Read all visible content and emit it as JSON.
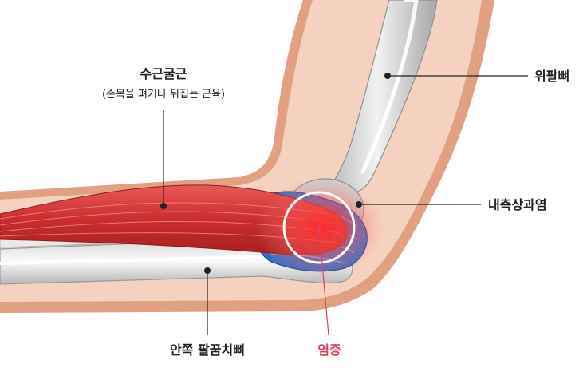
{
  "labels": {
    "muscle_title": "수근굴근",
    "muscle_subtitle": "(손목을 펴거나 뒤집는 근육)",
    "upper_bone": "위팔뼈",
    "epicondylitis": "내측상과염",
    "forearm_bone": "안쪽 팔꿈치뼈",
    "inflammation": "염증"
  },
  "colors": {
    "skin_outer": "#e0a081",
    "skin_inner": "#f4d2bf",
    "muscle": "#d8383a",
    "tendon": "#3b6fc2",
    "bone": "#dcdcdc",
    "inflammation": "#ff4d4d",
    "leader_line": "#222222",
    "accent_red": "#e0405a"
  }
}
